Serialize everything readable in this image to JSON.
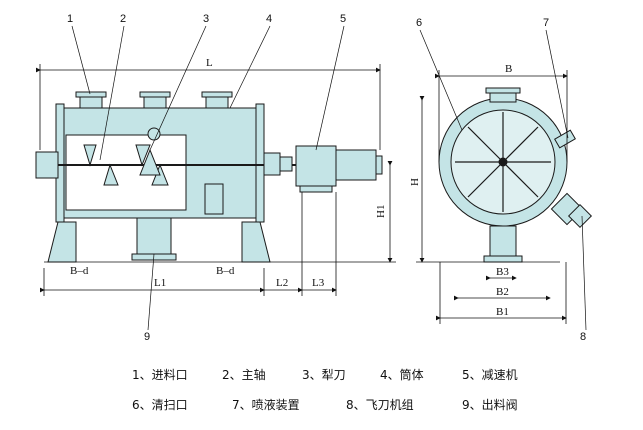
{
  "callouts": [
    "1",
    "2",
    "3",
    "4",
    "5",
    "6",
    "7",
    "8",
    "9"
  ],
  "dimensions": {
    "L": "L",
    "L1": "L1",
    "L2": "L2",
    "L3": "L3",
    "H": "H",
    "H1": "H1",
    "B": "B",
    "B1": "B1",
    "B2": "B2",
    "B3": "B3",
    "Bd_left": "B–d",
    "Bd_right": "B–d"
  },
  "legend": [
    {
      "num": "1、",
      "text": "进料口"
    },
    {
      "num": "2、",
      "text": "主轴"
    },
    {
      "num": "3、",
      "text": "犁刀"
    },
    {
      "num": "4、",
      "text": "筒体"
    },
    {
      "num": "5、",
      "text": "减速机"
    },
    {
      "num": "6、",
      "text": "清扫口"
    },
    {
      "num": "7、",
      "text": "喷液装置"
    },
    {
      "num": "8、",
      "text": "飞刀机组"
    },
    {
      "num": "9、",
      "text": "出料阀"
    }
  ],
  "colors": {
    "body_fill": "#c4e4e6",
    "stroke": "#1a1a1a",
    "background": "#ffffff"
  }
}
